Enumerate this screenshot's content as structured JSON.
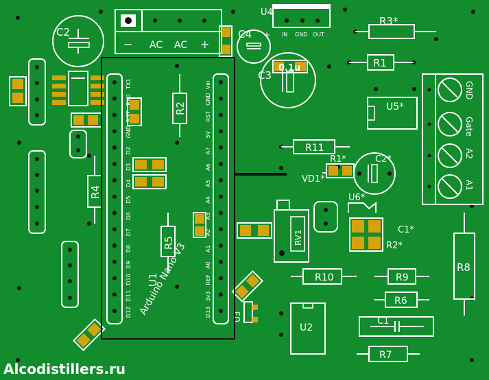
{
  "board": {
    "watermark": "Alcodistillers.ru",
    "colors": {
      "board": "#128c2c",
      "silk": "#ffffff",
      "pad": "#d4a40f"
    }
  },
  "power_connector": {
    "labels": [
      "−",
      "AC",
      "AC",
      "+"
    ]
  },
  "u4": {
    "ref": "U4",
    "pins": [
      "IN",
      "GND",
      "OUT"
    ]
  },
  "caps": {
    "c2_top": "C2",
    "c4": "C4",
    "c4_plus": "+",
    "c3": "C3",
    "c3_value": "0.1u",
    "c2_star": "C2*",
    "c1_star": "C1*",
    "c1_bottom": "C1"
  },
  "resistors": {
    "r1": "R1",
    "r2": "R2",
    "r3": "R3*",
    "r4": "R4",
    "r5": "R5",
    "r6": "R6",
    "r7": "R7",
    "r8": "R8",
    "r9": "R9",
    "r10": "R10",
    "r11": "R11",
    "r1_star": "R1*",
    "r2_star": "R2*"
  },
  "parts": {
    "u5": "U5*",
    "u6": "U6*",
    "u2": "U2",
    "u3": "U3",
    "vd1": "VD1*",
    "rv1": "RV1",
    "u1": "U1"
  },
  "arduino": {
    "name": "Arduino Nano V3",
    "left_pins": [
      "TX1",
      "RX0",
      "RST",
      "GND",
      "D2",
      "D3",
      "D4",
      "D5",
      "D6",
      "D7",
      "D8",
      "D9",
      "D10",
      "D11",
      "D12"
    ],
    "right_pins": [
      "Vin",
      "GND",
      "RST",
      "5V",
      "A7",
      "A6",
      "A5",
      "A4",
      "A3",
      "A2",
      "A1",
      "A0",
      "REF",
      "3v3",
      "D13"
    ]
  },
  "terminal": {
    "labels": [
      "GND",
      "Gate",
      "A2",
      "A1"
    ]
  }
}
